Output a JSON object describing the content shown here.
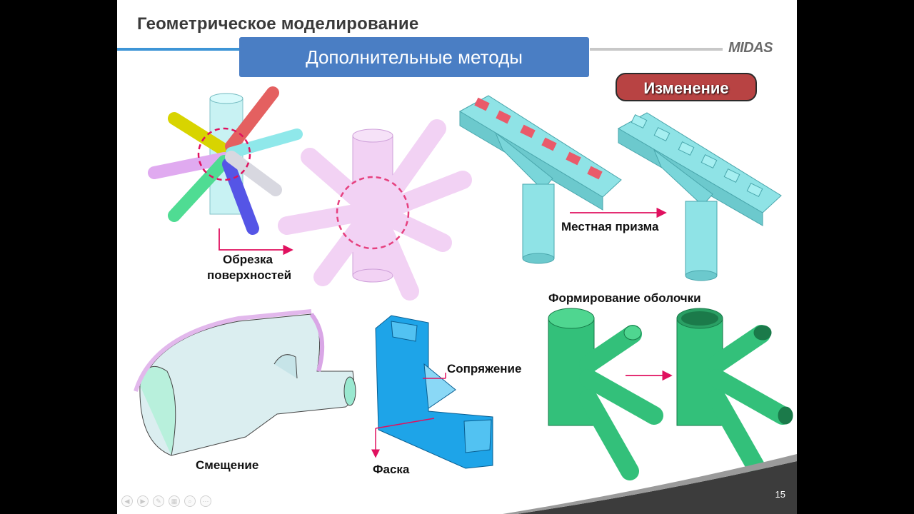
{
  "slide": {
    "title": "Геометрическое моделирование",
    "banner": "Дополнительные методы",
    "logo": "MIDAS",
    "change_button": "Изменение",
    "page_number": "15"
  },
  "labels": {
    "surface_trim_1": "Обрезка",
    "surface_trim_2": "поверхностей",
    "local_prism": "Местная призма",
    "shell_forming": "Формирование оболочки",
    "offset": "Смещение",
    "fillet": "Сопряжение",
    "chamfer": "Фаска"
  },
  "colors": {
    "banner": "#4a7ec4",
    "accent_line": "#3e95d6",
    "change_button": "#b84343",
    "arrow": "#e0115f",
    "prism": "#8fe3e6",
    "shell": "#33c07a",
    "chamfer_model": "#1ea4e8"
  },
  "player_controls": [
    "prev-icon",
    "next-icon",
    "pen-icon",
    "slides-icon",
    "zoom-icon",
    "more-icon"
  ]
}
